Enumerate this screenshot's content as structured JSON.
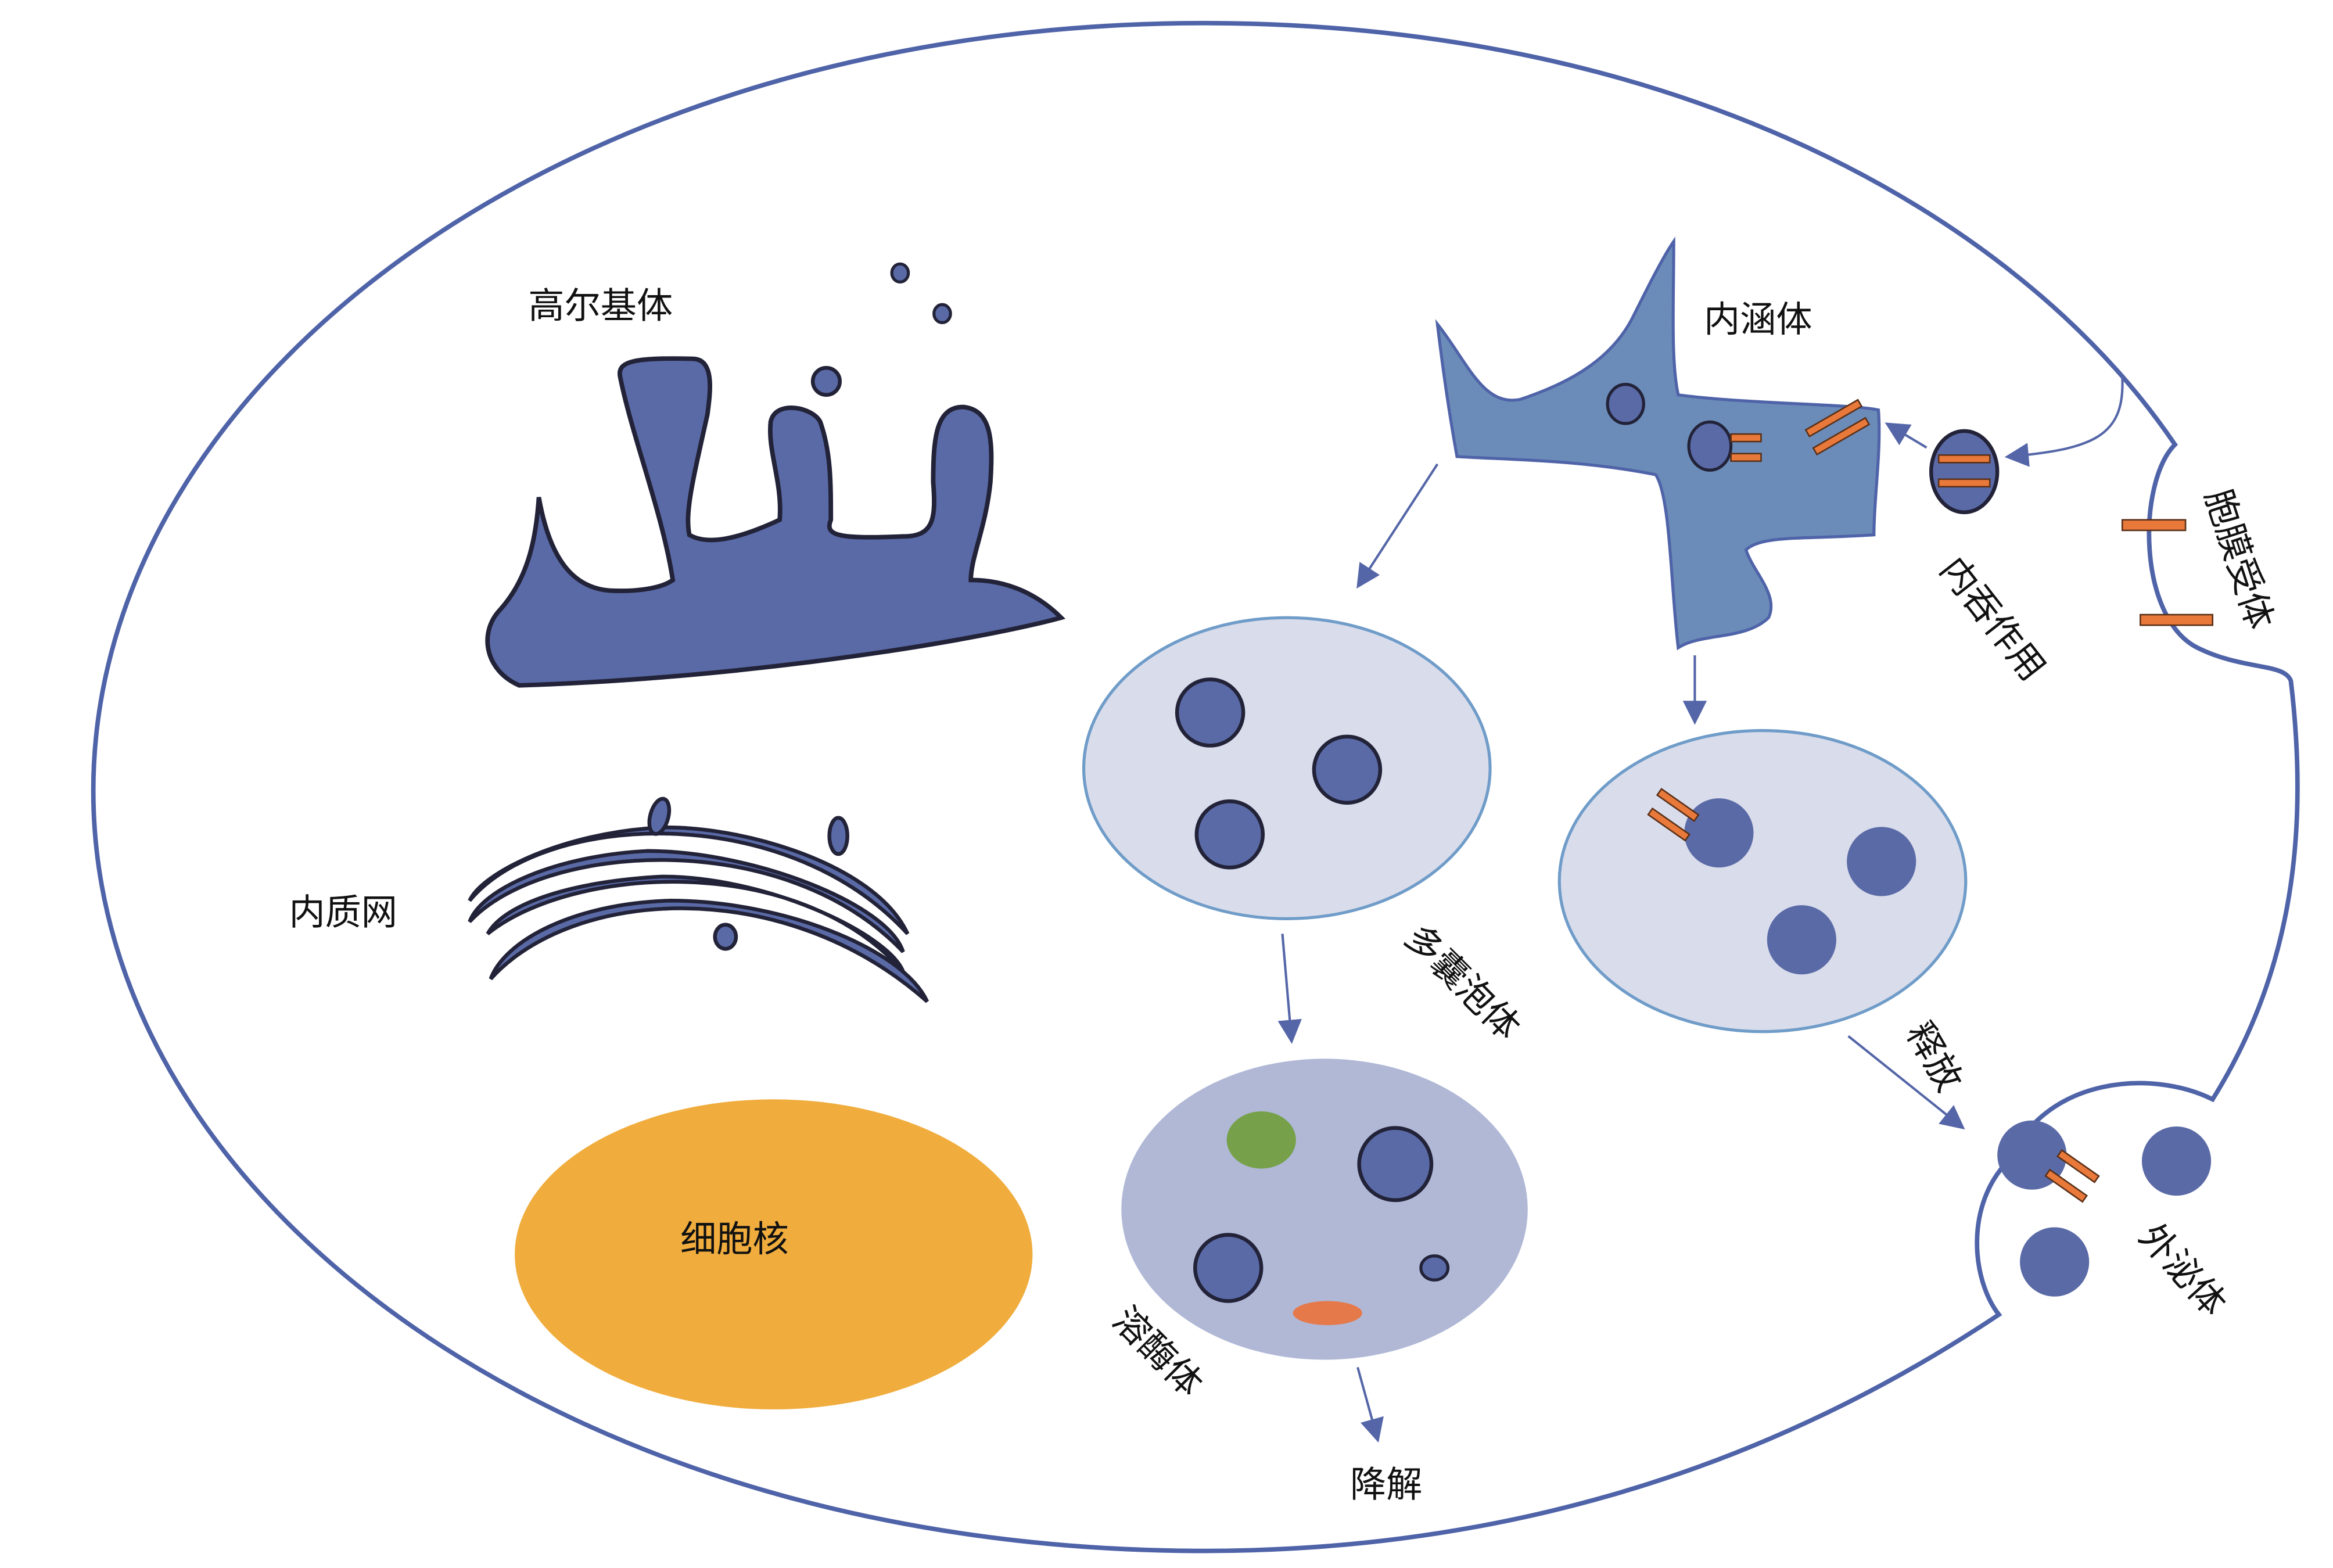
{
  "labels": {
    "golgi": "高尔基体",
    "er": "内质网",
    "nucleus": "细胞核",
    "endosome": "内涵体",
    "endocytosis": "内吞作用",
    "membrane_receptor": "胞膜受体",
    "mvb": "多囊泡体",
    "lysosome": "溶酶体",
    "degradation": "降解",
    "release": "释放",
    "exosome": "外泌体"
  },
  "colors": {
    "membrane": "#4f63a8",
    "organelle": "#5a6aa6",
    "organelle_outline": "#222238",
    "endosome": "#6b8cb8",
    "mvb_fill": "#d9dceb",
    "mvb_outline": "#6f9cc8",
    "lysosome_fill": "#b0b8d6",
    "nucleus": "#f0ad3e",
    "receptor": "#e8793a",
    "receptor_outline": "#5a3018",
    "green_particle": "#76a04a",
    "orange_particle": "#e6794a",
    "arrow": "#5566a8"
  }
}
